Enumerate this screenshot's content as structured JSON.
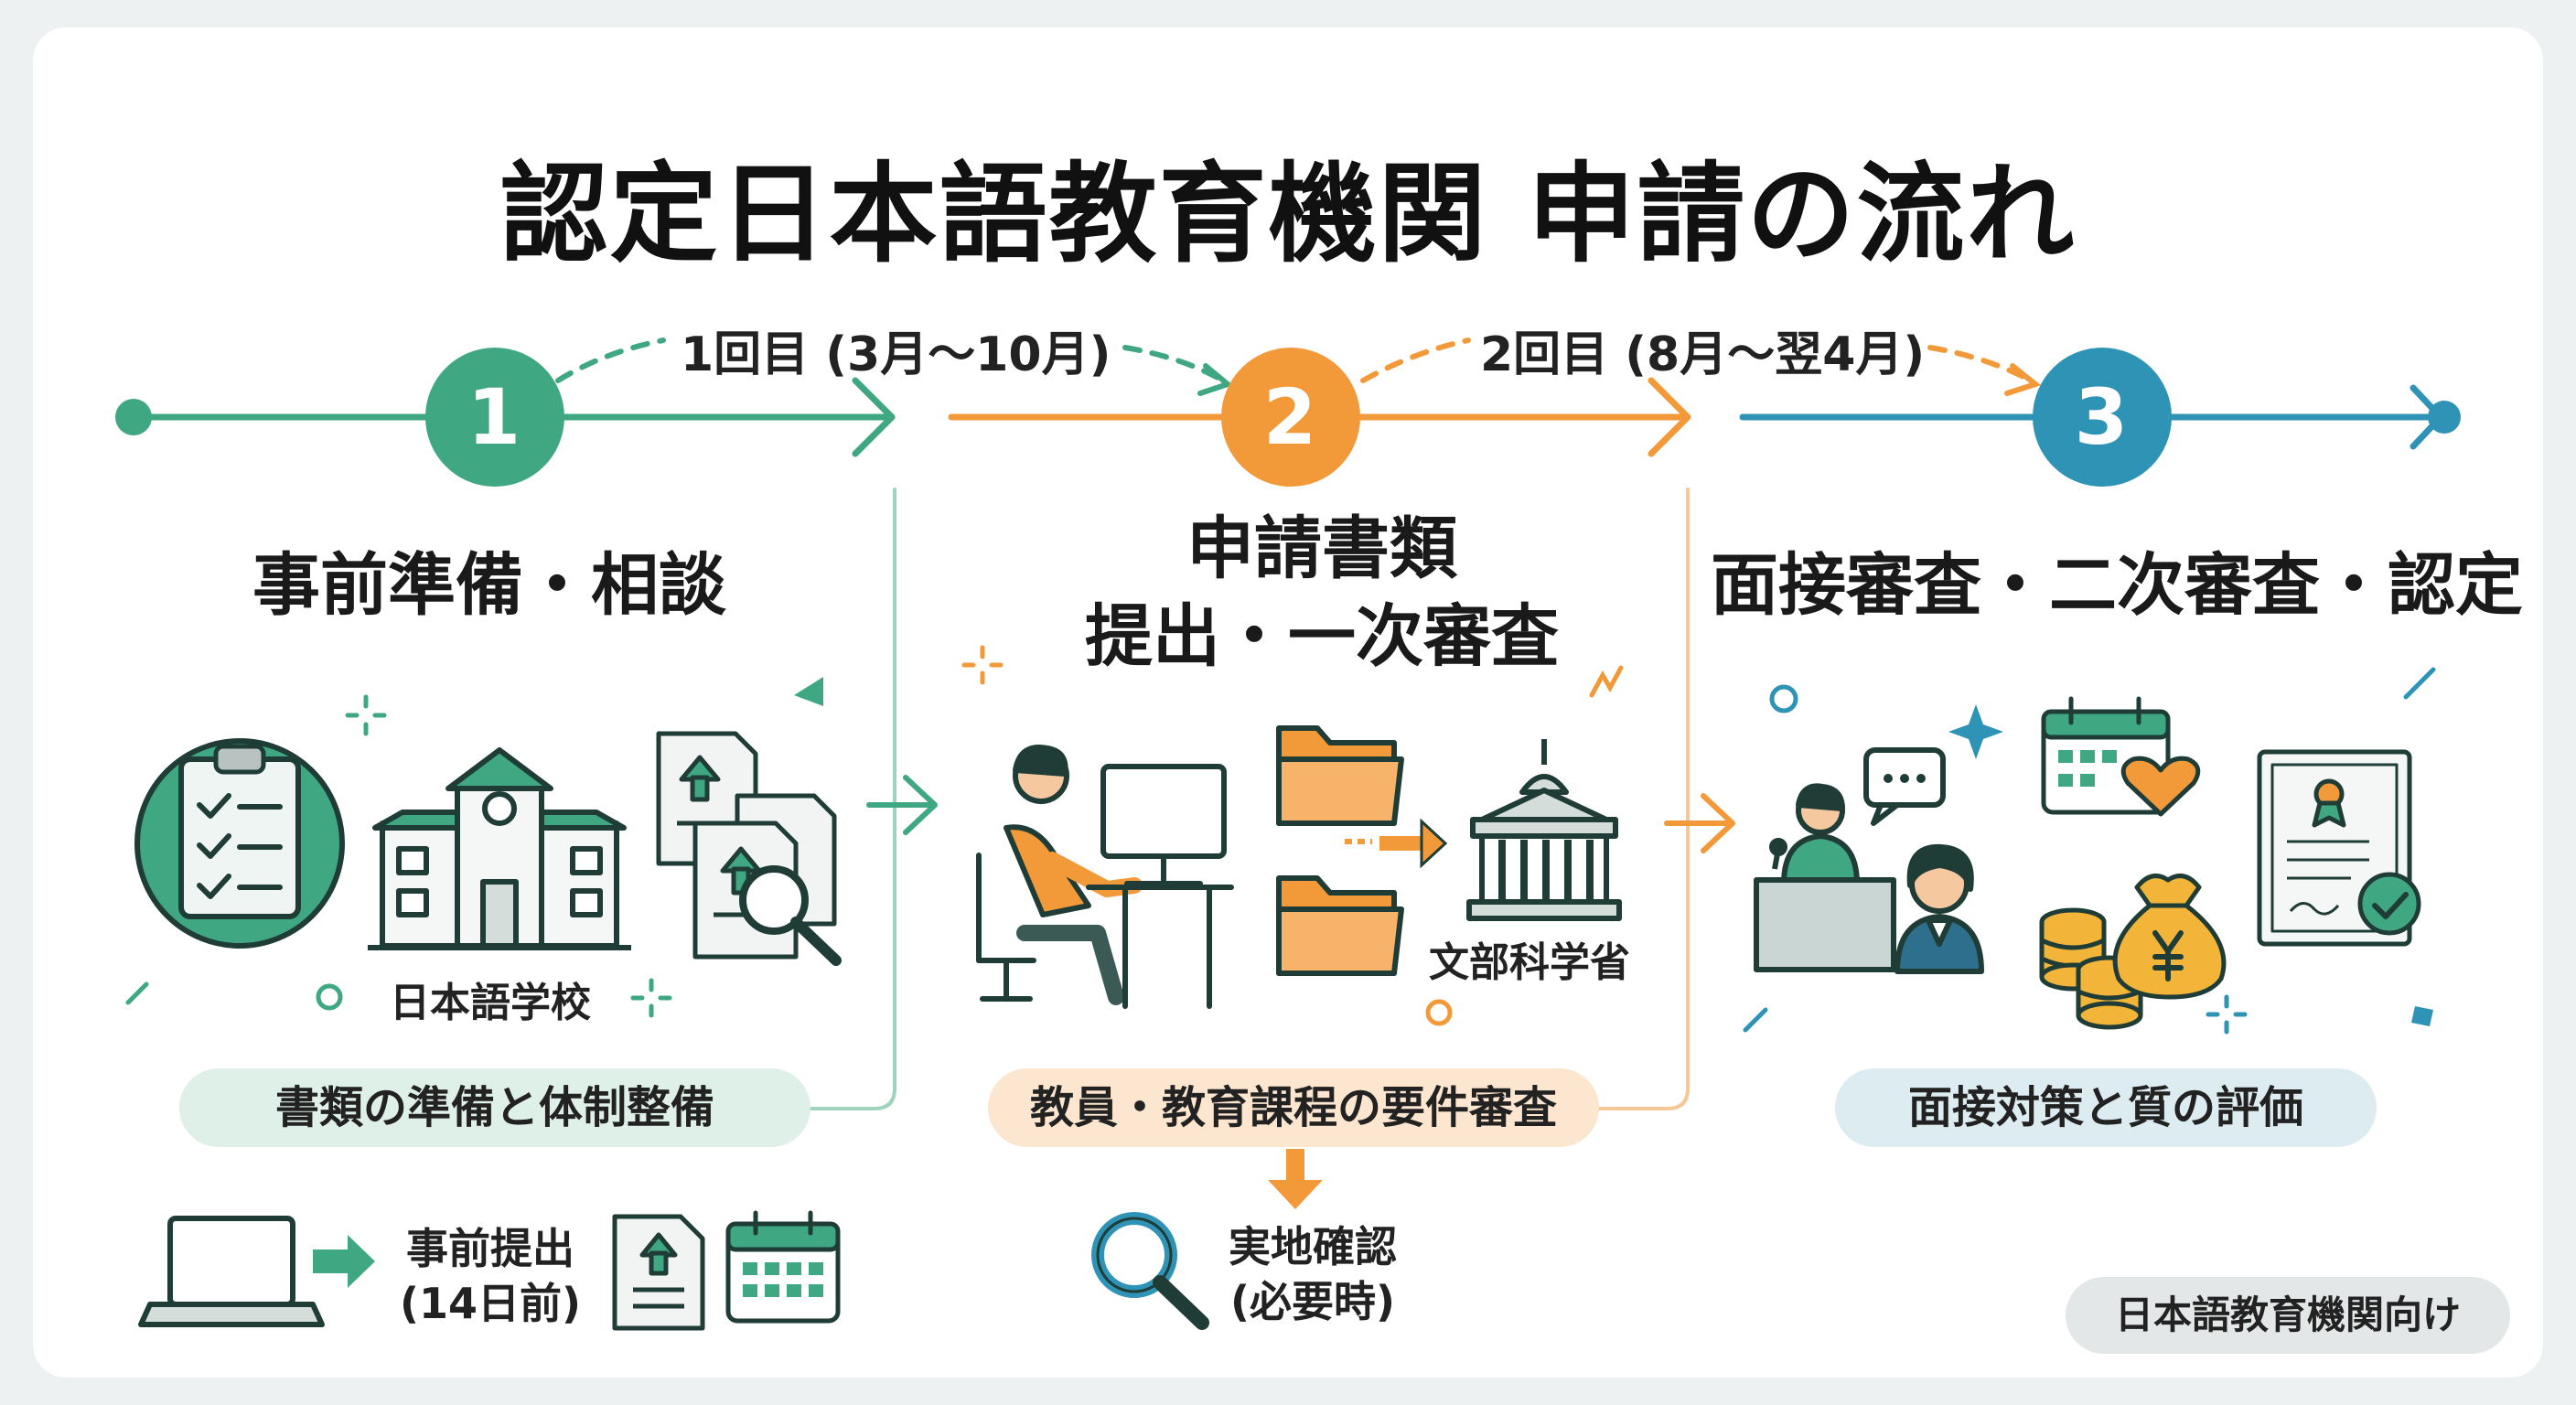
{
  "title": "認定日本語教育機関 申請の流れ",
  "rounds": [
    {
      "label": "1回目 (3月〜10月)"
    },
    {
      "label": "2回目 (8月〜翌4月)"
    }
  ],
  "steps": [
    {
      "number": "1",
      "title": "事前準備・相談",
      "color": "#3fa882",
      "label": "日本語学校",
      "pill": "書類の準備と体制整備",
      "pill_color": "#dff0e8"
    },
    {
      "number": "2",
      "title_line1": "申請書類",
      "title_line2": "提出・一次審査",
      "color": "#f29a3a",
      "label": "文部科学省",
      "pill": "教員・教育課程の要件審査",
      "pill_color": "#fde6cf"
    },
    {
      "number": "3",
      "title": "面接審査・二次審査・認定",
      "color": "#2f93b6",
      "pill": "面接対策と質の評価",
      "pill_color": "#dcecf1"
    }
  ],
  "notes": {
    "pre_submit_line1": "事前提出",
    "pre_submit_line2": "(14日前)",
    "onsite_line1": "実地確認",
    "onsite_line2": "(必要時)"
  },
  "badge": "日本語教育機関向け",
  "icons": [
    "checklist-icon",
    "school-icon",
    "upload-document-icon",
    "magnifier-icon",
    "person-at-computer-icon",
    "folder-icon",
    "government-building-icon",
    "interview-icon",
    "calendar-heart-icon",
    "coins-icon",
    "money-bag-icon",
    "certificate-icon",
    "laptop-icon",
    "calendar-icon"
  ]
}
